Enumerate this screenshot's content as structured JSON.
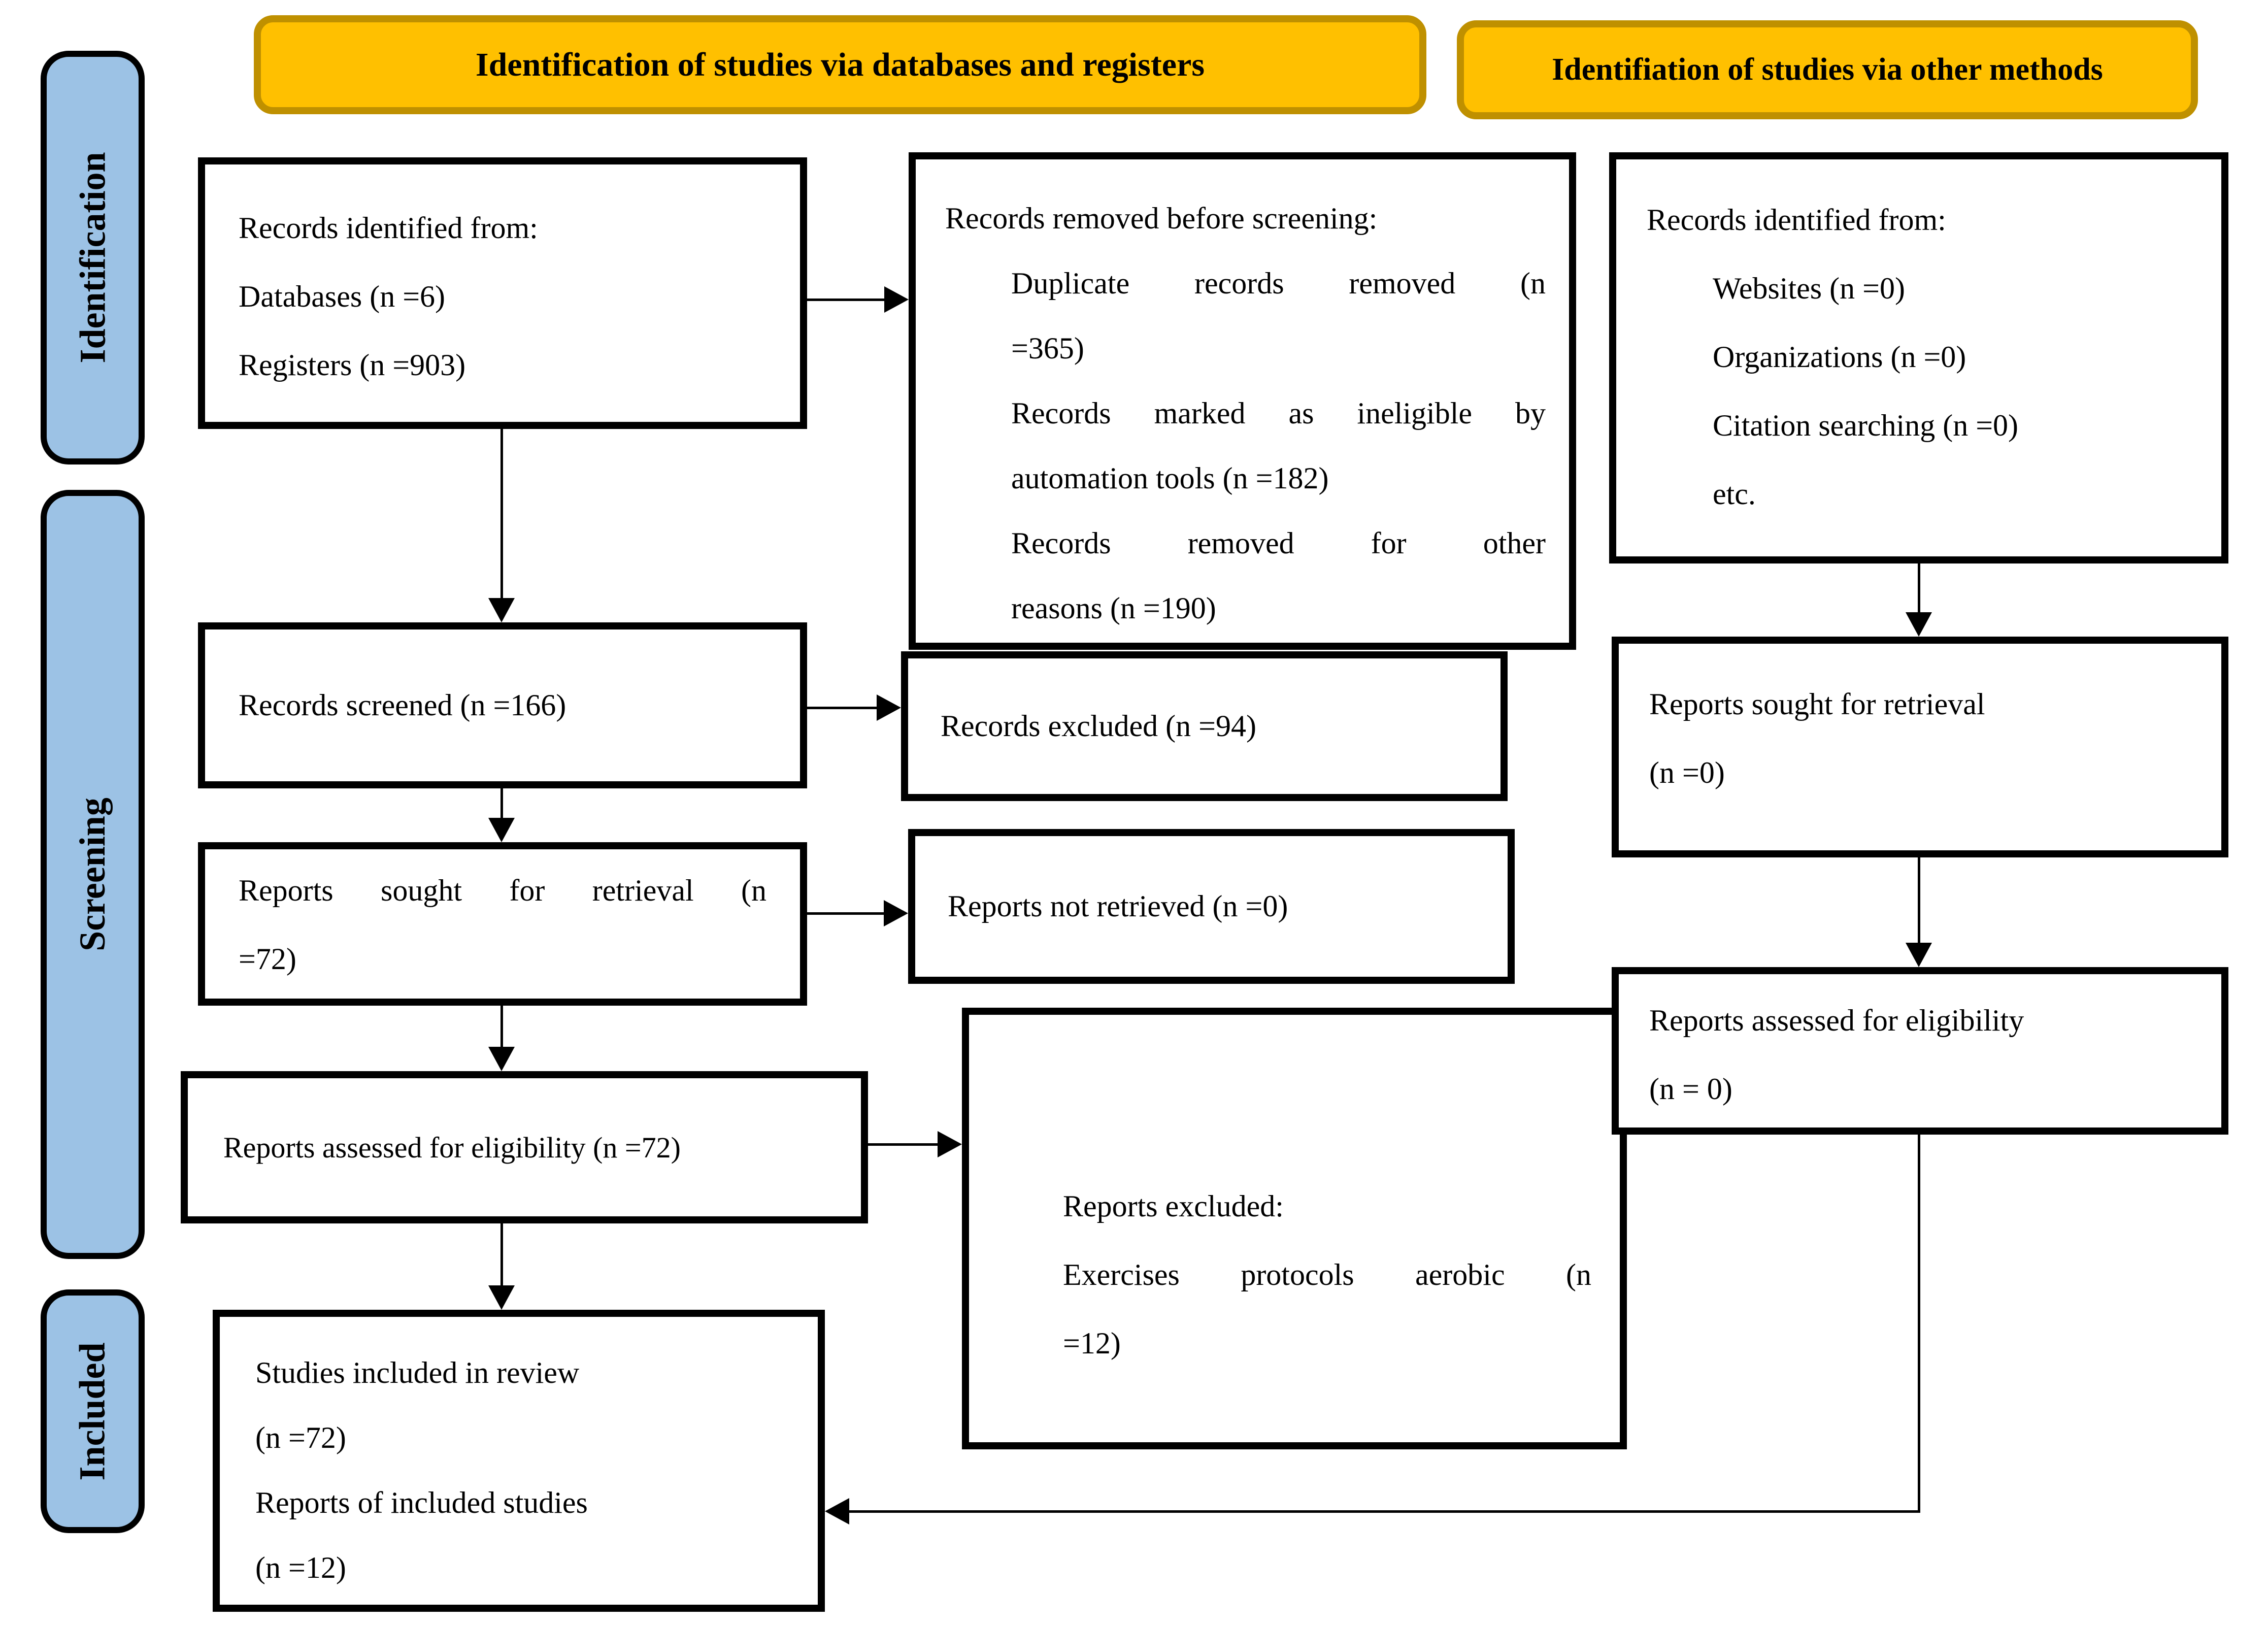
{
  "banners": {
    "databases": "Identification of studies via databases and registers",
    "other": "Identifiation of studies via other methods"
  },
  "stages": {
    "identification": "Identification",
    "screening": "Screening",
    "included": "Included"
  },
  "boxes": {
    "records_identified_db": {
      "line1": "Records identified from:",
      "line2": "Databases (n =6)",
      "line3": "Registers (n =903)"
    },
    "records_removed": {
      "title": "Records removed before screening:",
      "line1": "Duplicate records removed (n",
      "line2": "=365)",
      "line3": "Records marked as ineligible by",
      "line4": "automation tools (n =182)",
      "line5": "Records removed for other",
      "line6": "reasons (n =190)"
    },
    "records_identified_other": {
      "line1": "Records identified from:",
      "line2": "Websites (n =0)",
      "line3": "Organizations (n =0)",
      "line4": "Citation searching (n =0)",
      "line5": "etc."
    },
    "records_screened": {
      "line1": "Records screened (n =166)"
    },
    "records_excluded": {
      "line1": "Records excluded (n =94)"
    },
    "reports_sought_db": {
      "line1": "Reports sought for retrieval (n",
      "line2": "=72)"
    },
    "reports_not_retrieved": {
      "line1": "Reports not retrieved (n =0)"
    },
    "reports_sought_other": {
      "line1": "Reports sought for retrieval",
      "line2": "(n =0)"
    },
    "reports_assessed_db": {
      "line1": "Reports assessed for eligibility (n =72)"
    },
    "reports_excluded": {
      "title": "Reports excluded:",
      "line1": "Exercises protocols aerobic (n",
      "line2": "=12)"
    },
    "reports_assessed_other": {
      "line1": "Reports assessed for eligibility",
      "line2": "(n = 0)"
    },
    "studies_included": {
      "line1": "Studies included in review",
      "line2": "(n =72)",
      "line3": "Reports of included studies",
      "line4": "(n =12)"
    }
  },
  "colors": {
    "banner_fill": "#FFC000",
    "banner_border": "#BF9000",
    "stage_fill": "#9CC2E5",
    "box_border": "#000000",
    "background": "#FFFFFF"
  }
}
